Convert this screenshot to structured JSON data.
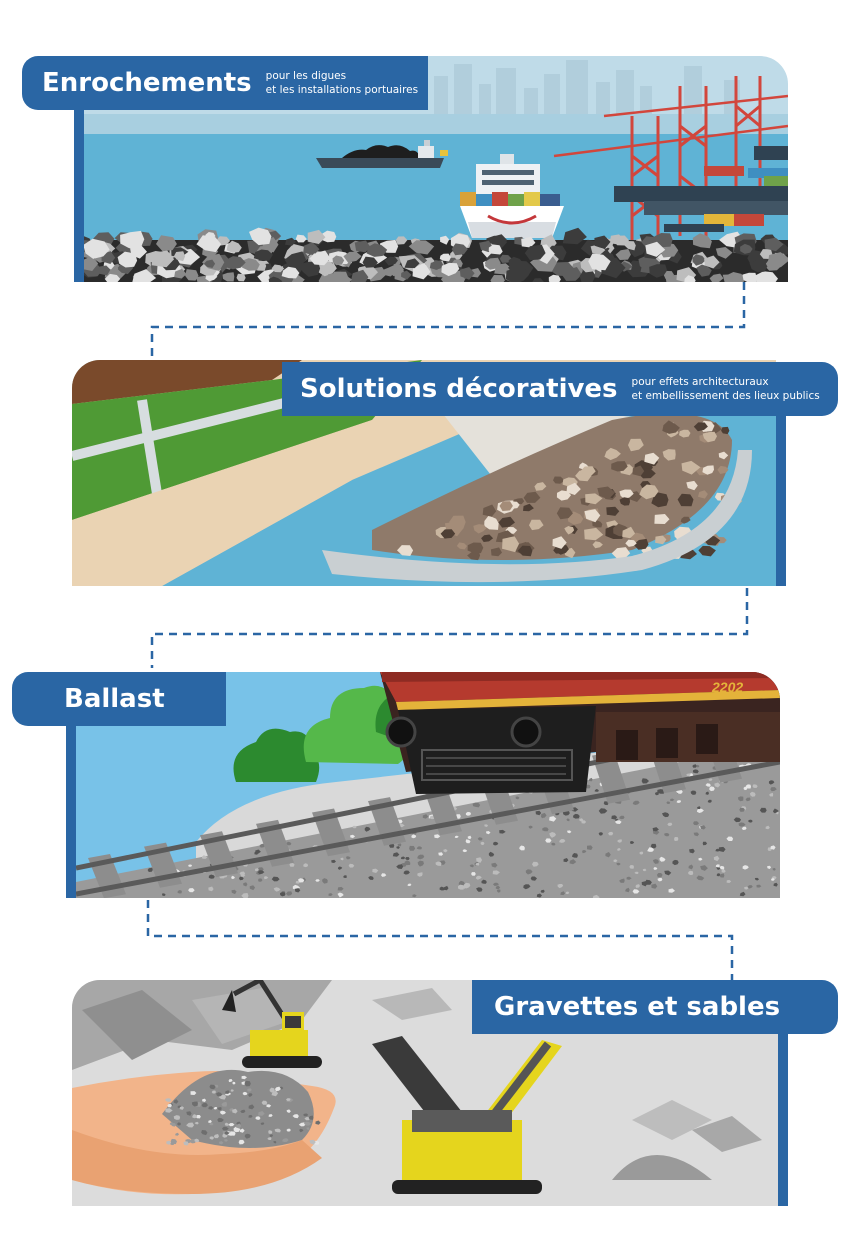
{
  "sections": [
    {
      "title": "Enrochements",
      "sub1": "pour les digues",
      "sub2": "et les installations portuaires"
    },
    {
      "title": "Solutions décoratives",
      "sub1": "pour effets architecturaux",
      "sub2": "et embellissement des lieux publics"
    },
    {
      "title": "Ballast"
    },
    {
      "title": "Gravettes et sables"
    }
  ],
  "illustration": {
    "locomotive_number": "2202"
  },
  "colors": {
    "label_blue": "#2a66a4",
    "sea": "#5fb3d5",
    "sky": "#bfdbe8",
    "grass": "#4f9a35",
    "machine_yellow": "#e5d51d",
    "locomotive_red": "#b53a2e"
  }
}
